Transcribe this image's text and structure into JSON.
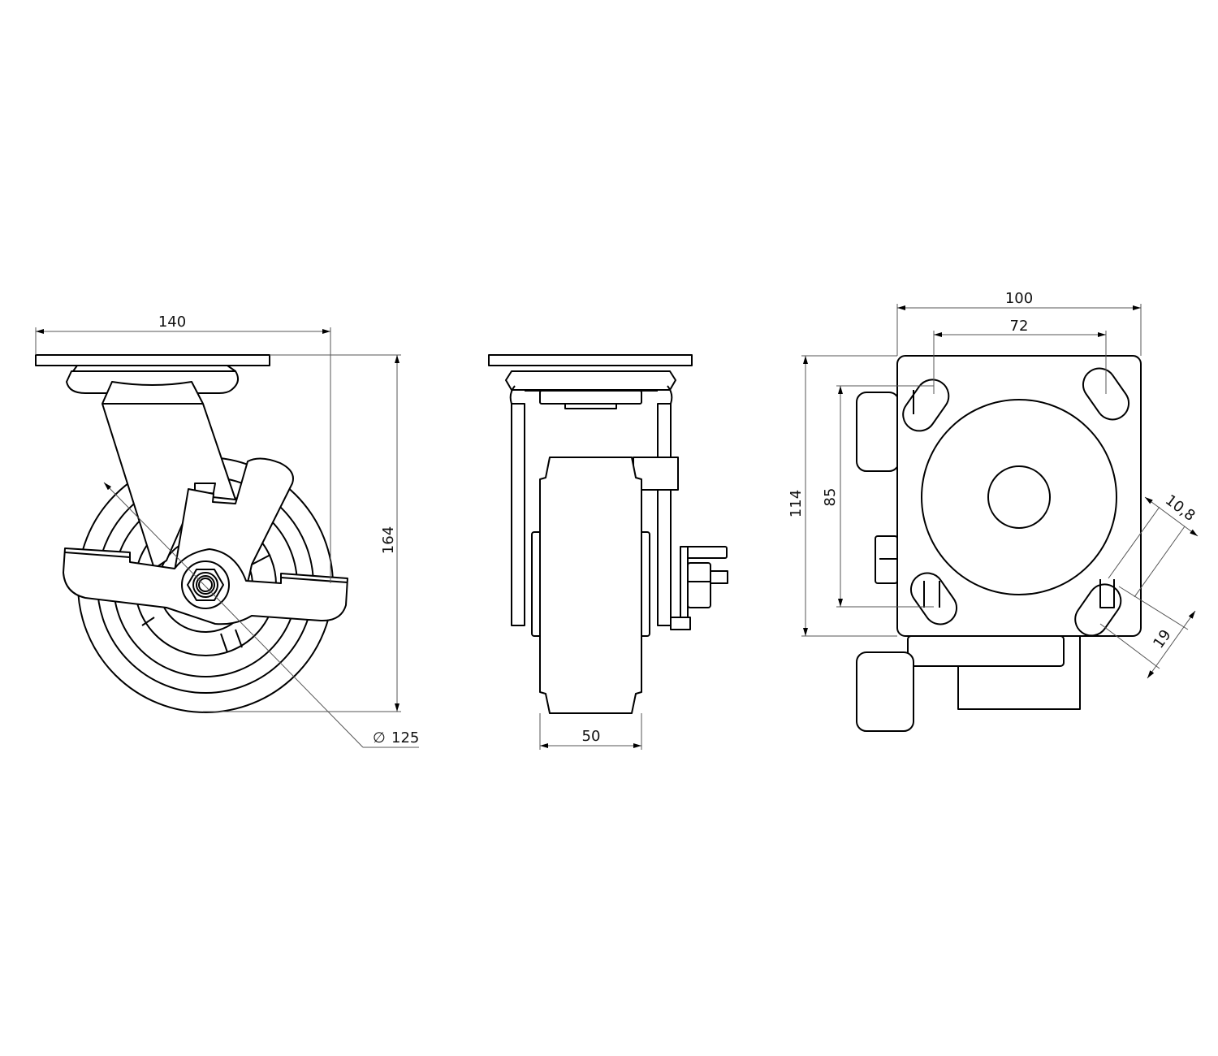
{
  "colors": {
    "line": "#000000",
    "dimension": "#555555",
    "background": "#ffffff"
  },
  "views": {
    "side": {
      "plate_width_label": "140",
      "overall_height_label": "164",
      "wheel_diameter_label": "125",
      "diameter_symbol": "∅"
    },
    "front": {
      "wheel_width_label": "50"
    },
    "top": {
      "plate_width_label": "100",
      "hole_spacing_x_label": "72",
      "plate_length_label": "114",
      "hole_spacing_y_label": "85",
      "slot_width_label": "10,8",
      "slot_length_label": "19"
    }
  }
}
